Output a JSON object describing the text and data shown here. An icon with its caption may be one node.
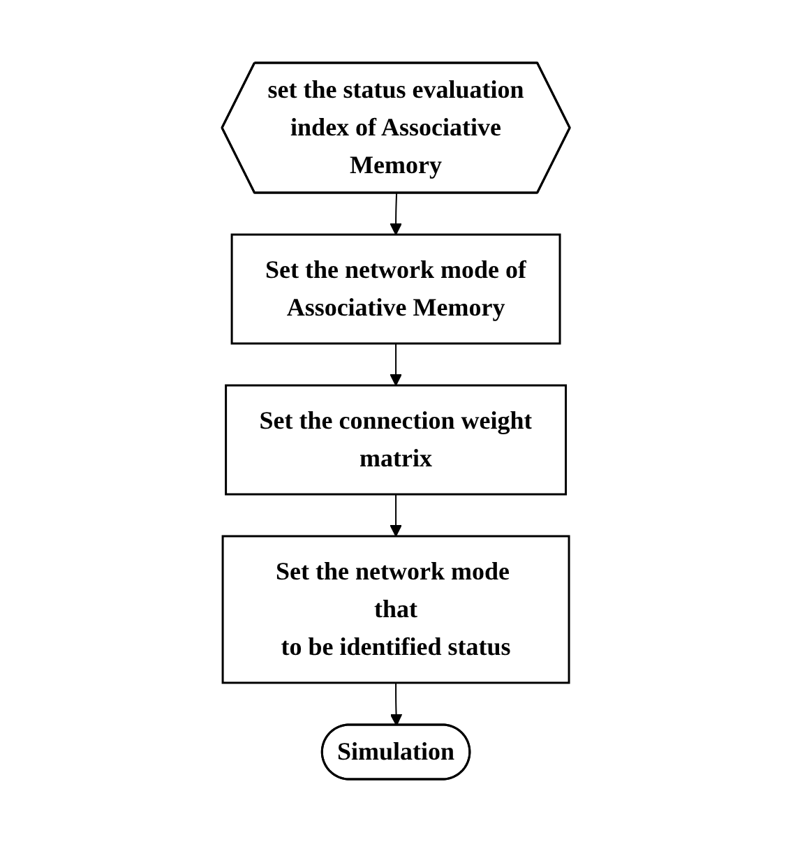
{
  "diagram": {
    "nodes": [
      {
        "text": [
          "set the status evaluation index of Associative Memory"
        ]
      },
      {
        "text": [
          "Set the network mode of Associative Memory"
        ]
      },
      {
        "text": [
          "Set the connection weight matrix"
        ]
      },
      {
        "text": [
          "Set the network mode that to be identified status"
        ]
      },
      {
        "text": [
          "Simulation"
        ]
      }
    ],
    "edges": [
      {
        "from": 0,
        "to": 1,
        "arrow": "to"
      },
      {
        "from": 1,
        "to": 2,
        "arrow": "to"
      },
      {
        "from": 2,
        "to": 3,
        "arrow": "to"
      },
      {
        "from": 3,
        "to": 4,
        "arrow": "to"
      }
    ]
  }
}
